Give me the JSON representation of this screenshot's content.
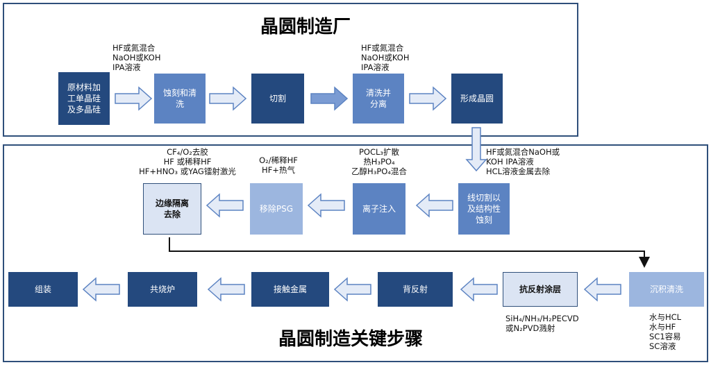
{
  "top_panel": {
    "title": "晶圆制造厂",
    "steps": [
      "原材料加\n工单晶硅\n及多晶硅",
      "蚀刻和清\n洗",
      "切割",
      "清洗并\n分离",
      "形成晶圆"
    ],
    "notes": [
      "HF或氮混合\nNaOH或KOH\nIPA溶液",
      "HF或氮混合\nNaOH或KOH\nIPA溶液"
    ]
  },
  "bottom_panel": {
    "title": "晶圆制造关键步骤",
    "row1_steps": [
      "边缘隔离\n去除",
      "移除PSG",
      "离子注入",
      "线切割以\n及结构性\n蚀刻"
    ],
    "row1_notes": [
      "CF₄/O₂去胶\nHF 或稀释HF\nHF+HNO₃ 或YAG镭射激光",
      "O₂/稀释HF\nHF+热气",
      "POCL₃扩散\n热H₃PO₄\n乙醇H₃PO₄混合",
      "HF或氮混合NaOH或\nKOH IPA溶液\nHCL溶液金属去除"
    ],
    "row2_steps": [
      "组装",
      "共烧炉",
      "接触金属",
      "背反射",
      "抗反射涂层",
      "沉积清洗"
    ],
    "row2_notes": [
      "SiH₄/NH₃/H₂PECVD\n或N₂PVD溅射",
      "水与HCL\n水与HF\nSC1容易\nSC溶液"
    ]
  }
}
